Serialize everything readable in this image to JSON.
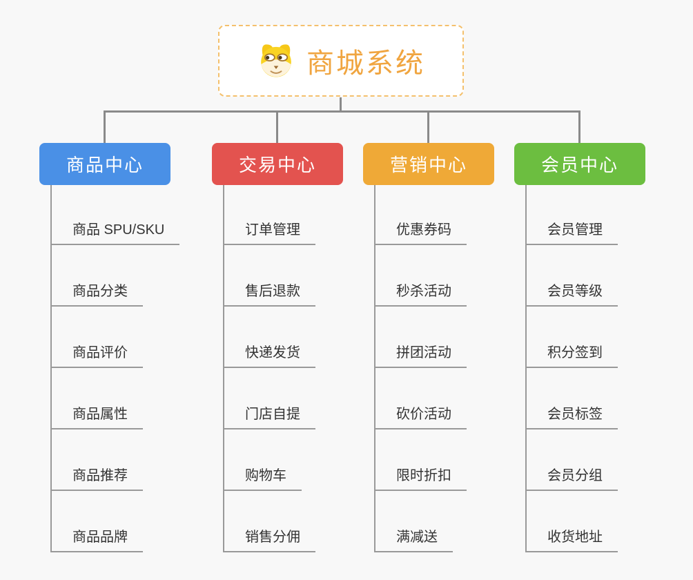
{
  "page": {
    "background_color": "#F8F8F8",
    "connector_color": "#8A8A8A",
    "underline_color": "#999999"
  },
  "root": {
    "title": "商城系统",
    "icon": "dog-face-icon",
    "text_color": "#F0A540",
    "border_color": "#F4C06C"
  },
  "branches": [
    {
      "label": "商品中心",
      "color": "#4A90E6",
      "items": [
        "商品 SPU/SKU",
        "商品分类",
        "商品评价",
        "商品属性",
        "商品推荐",
        "商品品牌"
      ]
    },
    {
      "label": "交易中心",
      "color": "#E3534F",
      "items": [
        "订单管理",
        "售后退款",
        "快递发货",
        "门店自提",
        "购物车",
        "销售分佣"
      ]
    },
    {
      "label": "营销中心",
      "color": "#EFA937",
      "items": [
        "优惠券码",
        "秒杀活动",
        "拼团活动",
        "砍价活动",
        "限时折扣",
        "满减送"
      ]
    },
    {
      "label": "会员中心",
      "color": "#6CBE40",
      "items": [
        "会员管理",
        "会员等级",
        "积分签到",
        "会员标签",
        "会员分组",
        "收货地址"
      ]
    }
  ]
}
